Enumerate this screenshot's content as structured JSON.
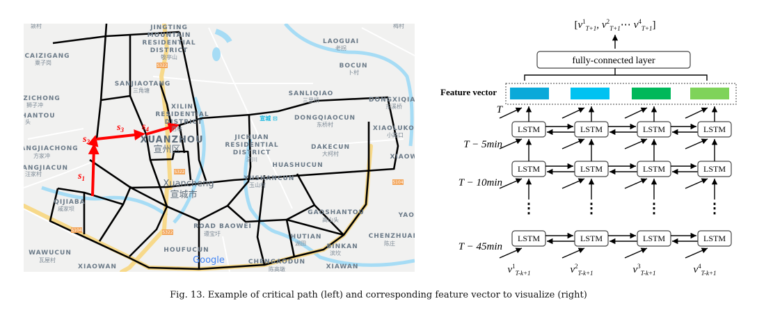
{
  "figure": {
    "caption": "Fig. 13. Example of critical path (left) and corresponding feature vector to visualize (right)"
  },
  "map": {
    "labels": {
      "yingcun_zh": "颍村",
      "jingting": "JINGTING",
      "mountain": "MOUNTAIN",
      "residential1": "RESIDENTIAL",
      "district1": "DISTRICT",
      "jingting_zh": "敬亭山",
      "caizigang": "CAIZIGANG",
      "caizigang_zh": "粟子岗",
      "sanjiaotang": "SANJIAOTANG",
      "sanjiaotang_zh": "三角塘",
      "zichong": "ZICHONG",
      "zichong_zh": "狮子冲",
      "hantou": "HANTOU",
      "hantou_zh": "头",
      "xilin": "XILIN",
      "residential2": "RESIDENTIAL",
      "district2": "DISTRICT",
      "xilin_zh": "西林",
      "xuanzhou": "XUANZHOU",
      "xuanzhou_zh": "宣州区",
      "fangjiachong": "FANGJIACHONG",
      "fangjiachong_zh": "方家冲",
      "angjiacun": "ANGJIACUN",
      "angjiacun_zh": "汪家村",
      "xuancheng": "Xuancheng",
      "xuancheng_zh": "宣城市",
      "qijiaba": "QIJIABA",
      "qijiaba_zh": "戚家坝",
      "wawucun": "WAWUCUN",
      "wawucun_zh": "瓦屋村",
      "xiaowan": "XIAOWAN",
      "roadbaowei": "ROAD BAOWEI",
      "baowei_zh": "遵宝圩",
      "houfucun": "HOUFUCUN",
      "chengaodun": "CHENGAODUN",
      "chengaodun_zh": "陈高墩",
      "hutian": "HUTIAN",
      "hutian_zh": "湖田",
      "binkan": "BINKAN",
      "binkan_zh": "滨坎",
      "chenzhuang": "CHENZHUANG",
      "chenzhuang_zh": "陈庄",
      "xiawan": "XIAWAN",
      "gaoshantou": "GAOSHANTOU",
      "gaoshantou_zh": "高山头",
      "yushancun": "YUSHANCUN",
      "yushancun_zh": "玉山村",
      "huashucun": "HUASHUCUN",
      "dakecun": "DAKECUN",
      "dakecun_zh": "大柯村",
      "jichuan": "JICHUAN",
      "residential3": "RESIDENTIAL",
      "district3": "DISTRICT",
      "jichuan_zh": "济川",
      "dongqiaocun": "DONGQIAOCUN",
      "dongqiaocun_zh": "东桥村",
      "sanliqiao": "SANLIQIAO",
      "sanliqiao_zh": "三里桥",
      "bocun": "BOCUN",
      "bocun_zh": "卜村",
      "laoguai": "LAOGUAI",
      "laoguai_zh": "老拐",
      "dongxiqiao": "DONGXIQIAO",
      "dongxiqiao_zh": "东溪桥",
      "xiaolukou": "XIAOLUKOU",
      "xiaolukou_zh": "小路口",
      "xiaowe": "XIAOWE",
      "yaoz": "YAOZ",
      "meicun_zh": "梅村",
      "station": "宣城 ⊡"
    },
    "shields": [
      "S322",
      "S322",
      "S104",
      "S322",
      "S104"
    ],
    "logo": "Google",
    "path_labels": {
      "s": "s",
      "s1": "1",
      "s2": "2",
      "s3": "3",
      "s4": "4"
    }
  },
  "diagram": {
    "output": {
      "open": "[",
      "v": "v",
      "sups": [
        "1",
        "2",
        "4"
      ],
      "sub": "T+1",
      "sep": ",",
      "dots": "⋯",
      "close": "]"
    },
    "fc_layer": "fully-connected layer",
    "feature_vector_label": "Feature vector",
    "feature_colors": [
      "#0aa9d9",
      "#00c2f1",
      "#00b85a",
      "#7fd35a"
    ],
    "lstm_label": "LSTM",
    "time_labels": [
      "T",
      "T − 5min",
      "T − 10min",
      "T − 45min"
    ],
    "inputs": {
      "v": "v",
      "sups": [
        "1",
        "2",
        "3",
        "4"
      ],
      "sub": "T-k+1"
    },
    "ellipsis": "⋮"
  }
}
